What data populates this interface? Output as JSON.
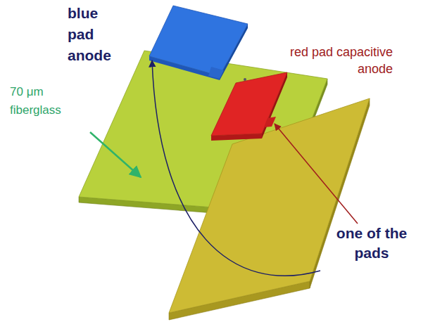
{
  "diagram": {
    "labels": [
      "blue pad anode",
      "red pad capacitive anode",
      "70 μm fiberglass",
      "one of the pads"
    ]
  }
}
